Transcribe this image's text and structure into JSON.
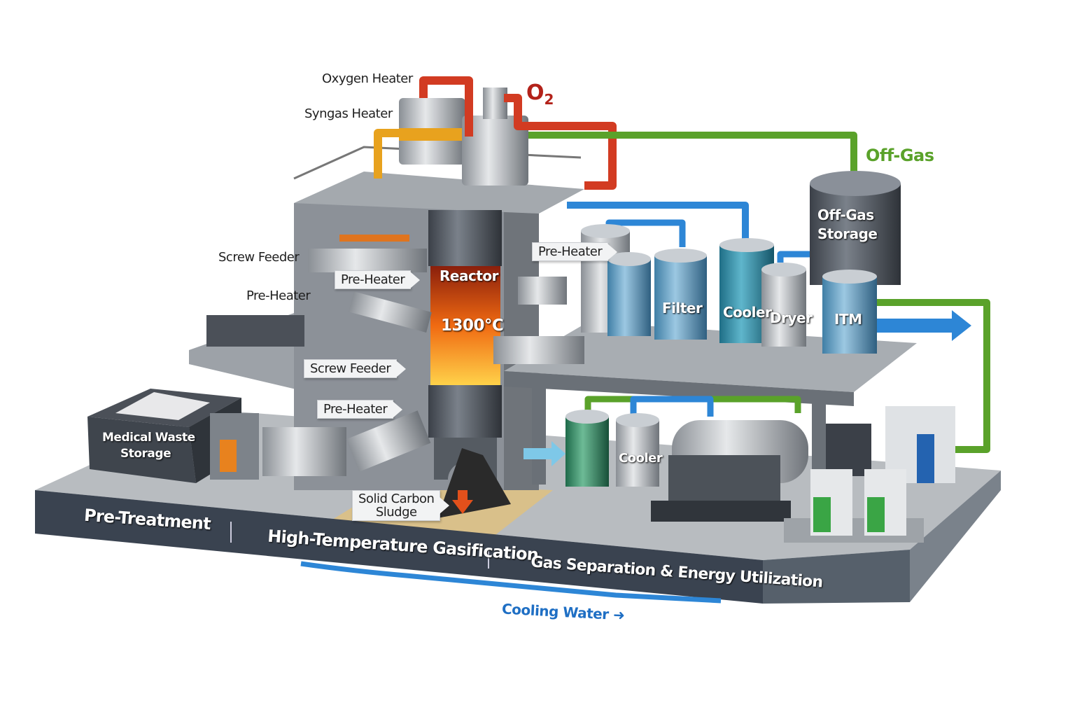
{
  "labels": {
    "oxygen_heater": "Oxygen Heater",
    "syngas_heater": "Syngas Heater",
    "o2": "O",
    "o2_sub": "2",
    "off_gas": "Off-Gas",
    "off_gas_storage_1": "Off-Gas",
    "off_gas_storage_2": "Storage",
    "screw_feeder_top": "Screw Feeder",
    "pre_heater_left": "Pre-Heater",
    "pre_heater_tag_1": "Pre-Heater",
    "pre_heater_tag_right": "Pre-Heater",
    "reactor": "Reactor",
    "temperature": "1300℃",
    "filter": "Filter",
    "cooler_top": "Cooler",
    "dryer": "Dryer",
    "itm": "ITM",
    "screw_feeder_tag": "Screw Feeder",
    "pre_heater_tag_2": "Pre-Heater",
    "medical_waste_1": "Medical Waste",
    "medical_waste_2": "Storage",
    "solid_carbon_1": "Solid Carbon",
    "solid_carbon_2": "Sludge",
    "cooler_bottom": "Cooler",
    "cooling_water": "Cooling Water"
  },
  "stages": [
    "Pre-Treatment",
    "High-Temperature Gasification",
    "Gas Separation & Energy Utilization"
  ],
  "colors": {
    "oxygen_pipe": "#d23b22",
    "syngas_pipe": "#e8a21e",
    "offgas_pipe": "#5aa22a",
    "water_pipe": "#2d86d6",
    "base_front": "#3a4350",
    "platform": "#b8bcc0",
    "flame": "#f06a12"
  }
}
